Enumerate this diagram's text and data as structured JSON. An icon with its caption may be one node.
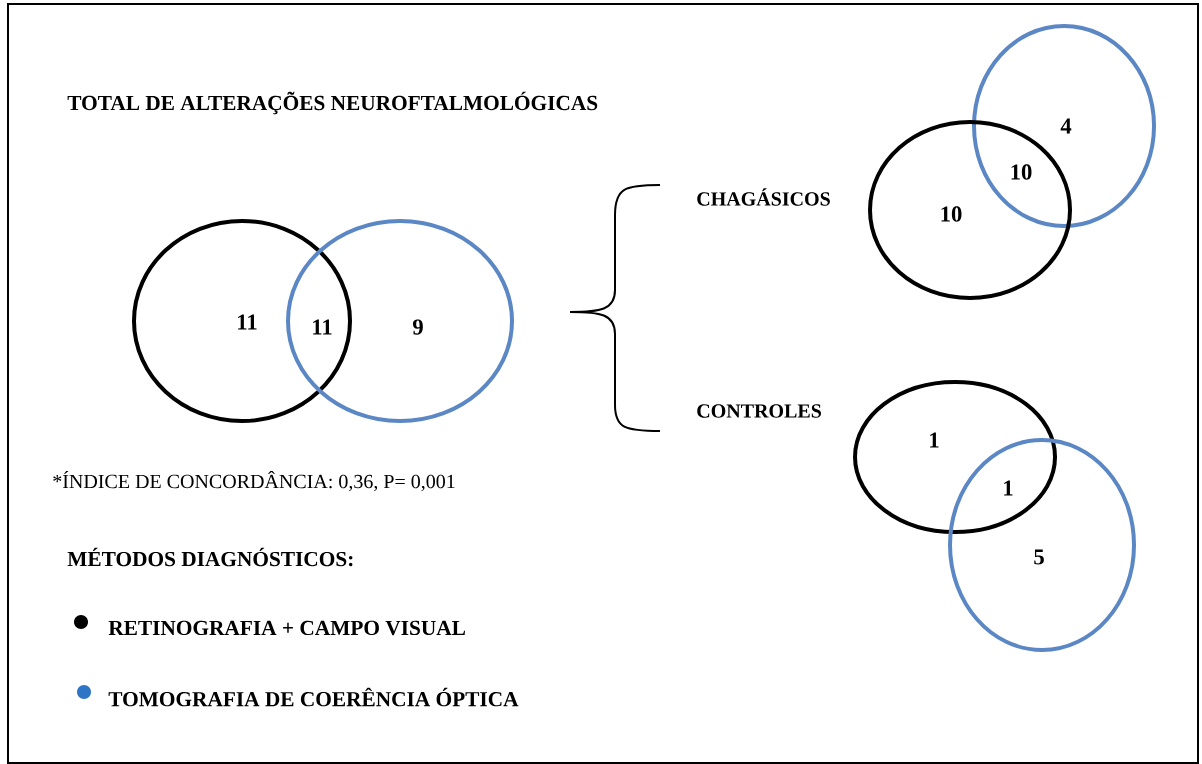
{
  "diagram": {
    "title": "TOTAL DE ALTERAÇÕES NEUROFTALMOLÓGICAS",
    "nodes": [
      {
        "text": [],
        "shape": "circle"
      },
      {
        "text": [],
        "shape": "circle"
      },
      {
        "text": [],
        "shape": "circle"
      },
      {
        "text": [],
        "shape": "circle"
      },
      {
        "text": [],
        "shape": "circle"
      },
      {
        "text": [],
        "shape": "circle"
      }
    ],
    "labels": [
      "11",
      "11",
      "9",
      "CHAGÁSICOS",
      "4",
      "10",
      "10",
      "CONTROLES",
      "1",
      "1",
      "5",
      "*ÍNDICE DE CONCORDÂNCIA: 0,36, P= 0,001",
      "MÉTODOS DIAGNÓSTICOS:"
    ],
    "legend": [
      {
        "text": "RETINOGRAFIA + CAMPO VISUAL",
        "color": "#000000"
      },
      {
        "text": "TOMOGRAFIA DE COERÊNCIA ÓPTICA",
        "color": "#2e75c6"
      }
    ]
  }
}
